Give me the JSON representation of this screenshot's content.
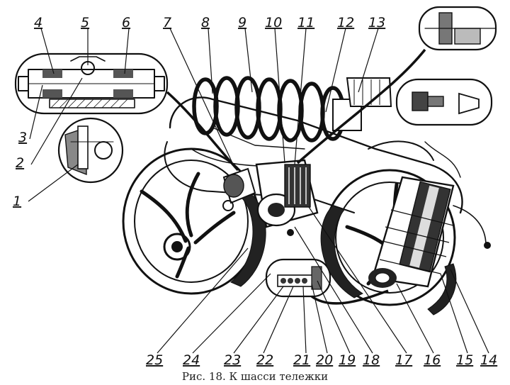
{
  "callouts": [
    "1",
    "2",
    "3",
    "4",
    "5",
    "6",
    "7",
    "8",
    "9",
    "10",
    "11",
    "12",
    "13",
    "14",
    "15",
    "16",
    "17",
    "18",
    "19",
    "20",
    "21",
    "22",
    "23",
    "24",
    "25"
  ],
  "caption": "Рис. 18. К шасси тележки",
  "colors": {
    "ink": "#111111",
    "paper": "#ffffff"
  }
}
